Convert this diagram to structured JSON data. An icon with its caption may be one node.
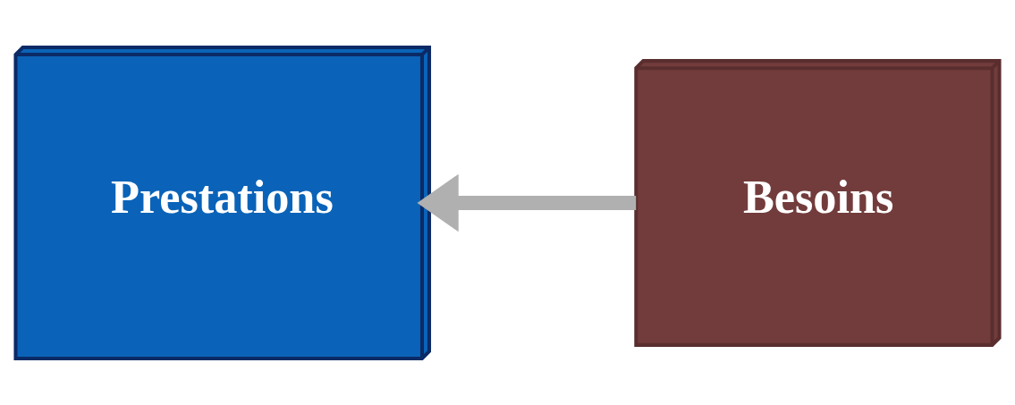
{
  "diagram": {
    "nodes": [
      {
        "text": [
          "Prestations"
        ]
      },
      {
        "text": [
          "Besoins"
        ]
      }
    ],
    "edges": [
      {
        "from": 1,
        "to": 0,
        "arrow": "to",
        "color": "#b0b0b0"
      }
    ]
  }
}
